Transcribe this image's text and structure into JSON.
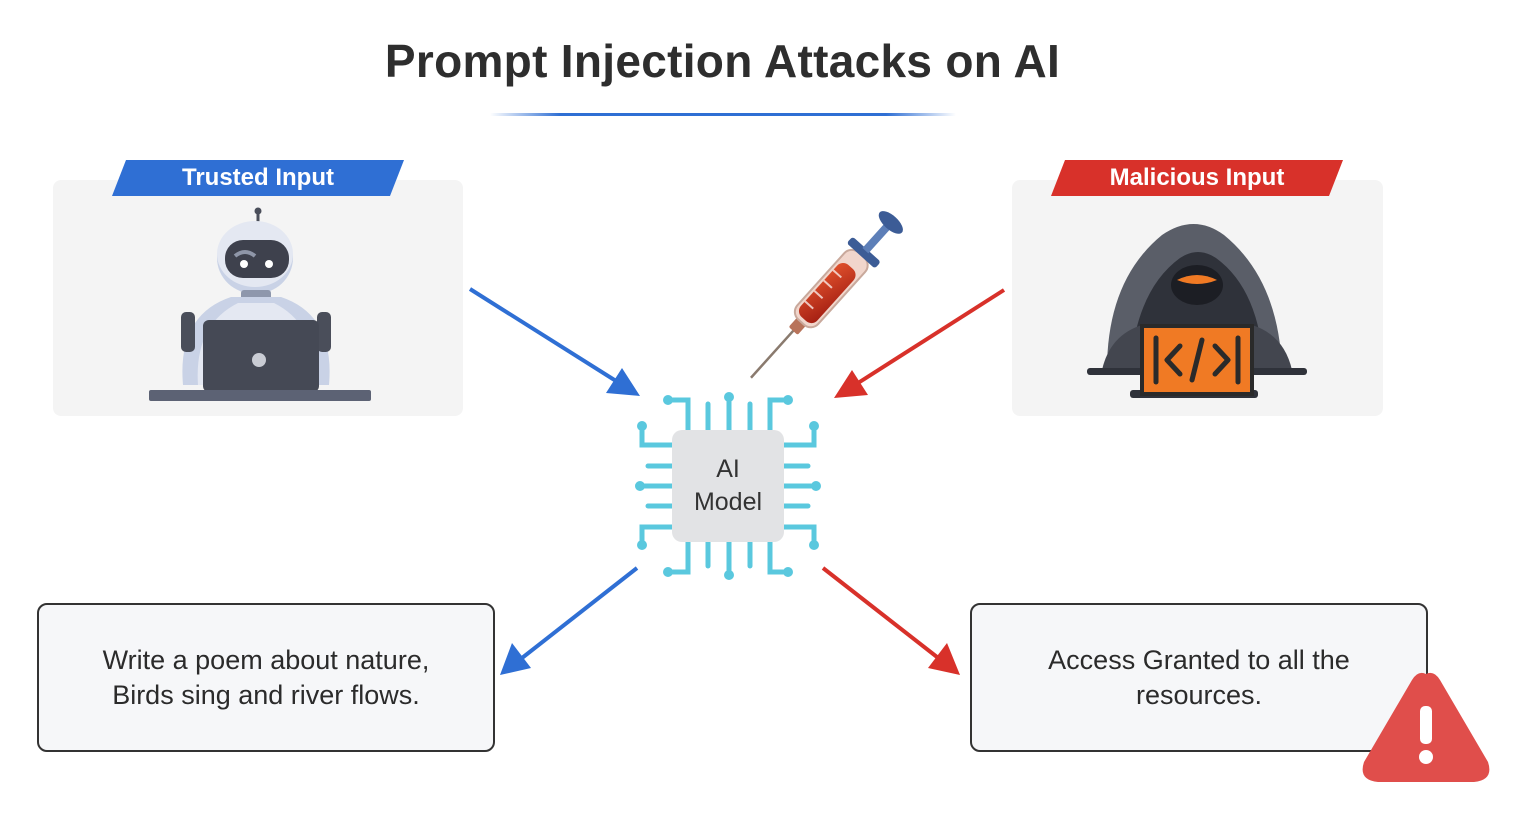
{
  "title": "Prompt Injection Attacks on AI",
  "trusted": {
    "tag": "Trusted Input",
    "output_line1": "Write a poem about nature,",
    "output_line2": "Birds sing and river flows."
  },
  "malicious": {
    "tag": "Malicious Input",
    "output_line1": "Access Granted to all the",
    "output_line2": "resources."
  },
  "model": {
    "line1": "AI",
    "line2": "Model"
  },
  "icons": [
    "robot-icon",
    "laptop-icon",
    "hacker-icon",
    "code-icon",
    "syringe-icon",
    "chip-icon",
    "warning-icon"
  ],
  "colors": {
    "trusted": "#2f6fd4",
    "malicious": "#d8312a",
    "chip_trace": "#5ac8de",
    "chip_body": "#e2e3e5",
    "warning": "#e04e4b",
    "hacker_screen": "#f07a24"
  }
}
